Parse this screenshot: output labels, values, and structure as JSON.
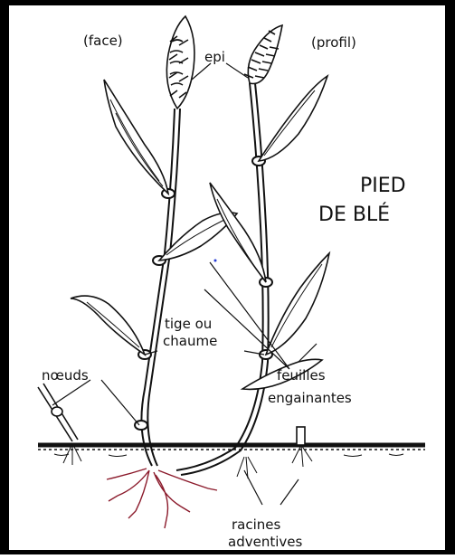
{
  "labels": {
    "face": "(face)",
    "profil": "(profil)",
    "epi": "epi",
    "title_line1": "PIED",
    "title_line2": "DE BLÉ",
    "tige_line1": "tige ou",
    "tige_line2": "chaume",
    "noeuds": "nœuds",
    "feuilles_line1": "feuilles",
    "feuilles_line2": "engainantes",
    "racines_line1": "racines",
    "racines_line2": "adventives"
  },
  "colors": {
    "frame": "#000000",
    "ink": "#111111",
    "roots": "#8b1a2b",
    "blue_dot": "#2a3fd6"
  }
}
